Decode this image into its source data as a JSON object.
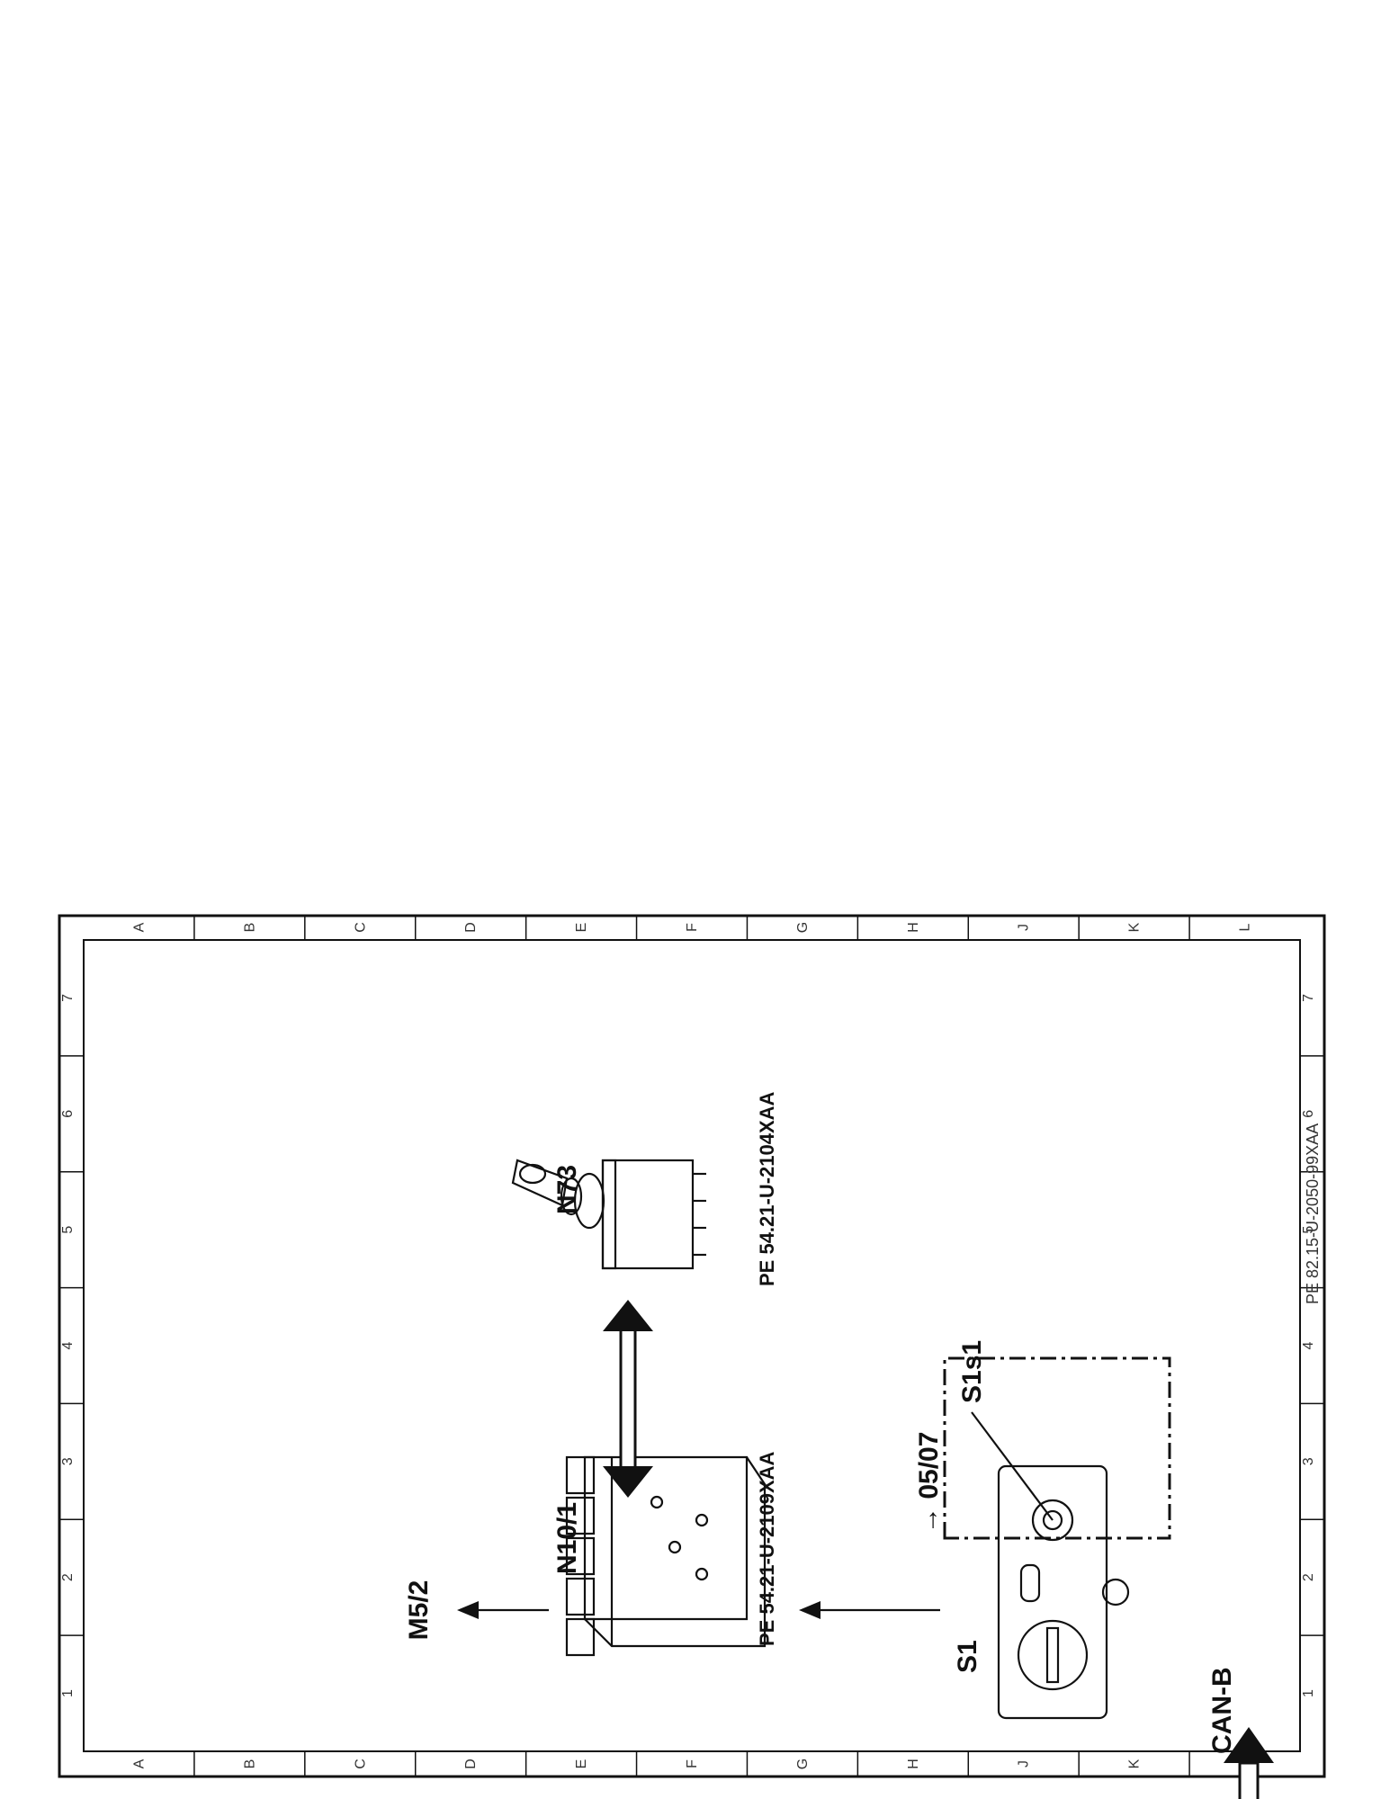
{
  "grid": {
    "letters": [
      "A",
      "B",
      "C",
      "D",
      "E",
      "F",
      "G",
      "H",
      "J",
      "K",
      "L"
    ],
    "numbers": [
      "1",
      "2",
      "3",
      "4",
      "5",
      "6",
      "7"
    ]
  },
  "labels": {
    "n73": "N73",
    "n10_1": "N10/1",
    "m5_2": "M5/2",
    "s1": "S1",
    "s1s1": "S1s1",
    "date_range": "→ 05/07",
    "can_b": "CAN-B"
  },
  "refs": {
    "n73": "PE  54.21-U-2104XAA",
    "n10_1": "PE  54.21-U-2109XAA"
  },
  "doc_id": "PE  82.15-U-2050-99XAA"
}
